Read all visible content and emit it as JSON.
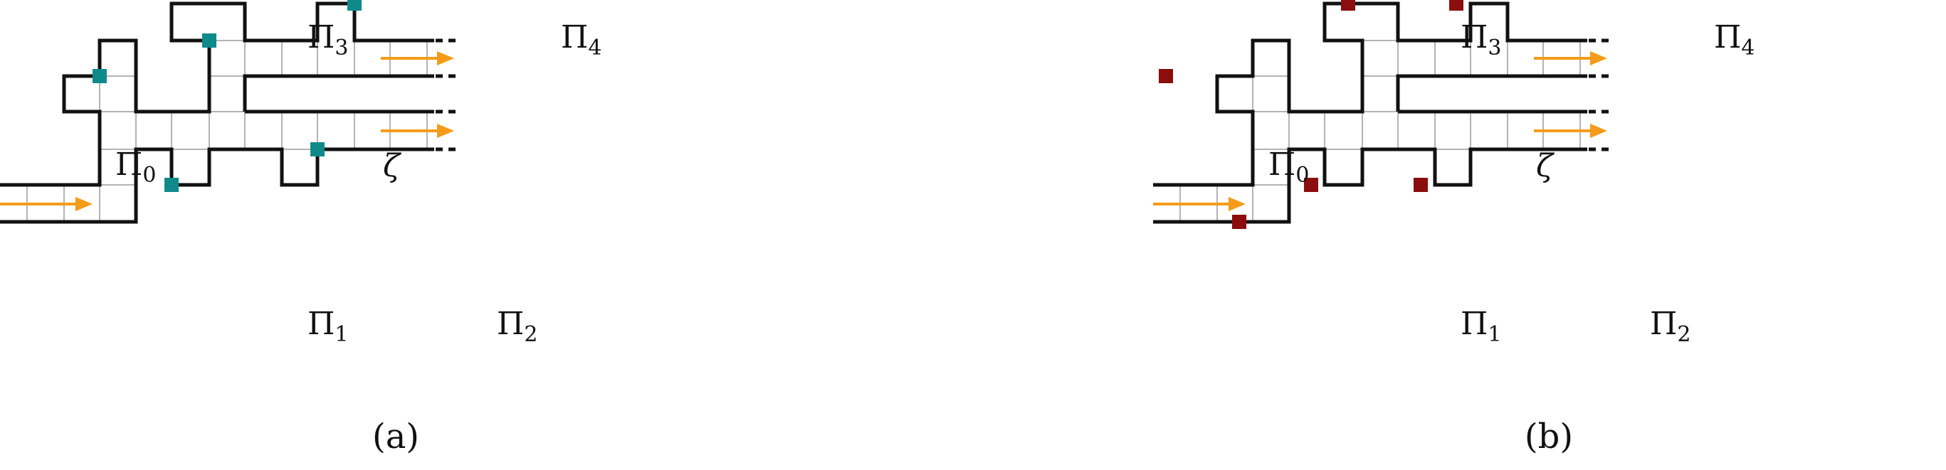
{
  "panels": [
    {
      "id": "a",
      "caption": "(a)",
      "labels": [
        "Π0",
        "Π1",
        "Π2",
        "Π3",
        "Π4",
        "ζ"
      ],
      "marker_color": "#0f8a8a"
    },
    {
      "id": "b",
      "caption": "(b)",
      "labels": [
        "Π0",
        "Π1",
        "Π2",
        "Π3",
        "Π4",
        "ζ"
      ],
      "marker_color": "#8b0d0d"
    }
  ],
  "colors": {
    "wall": "#111111",
    "grid": "#b3b3b3",
    "arrow": "#f59b1a"
  }
}
